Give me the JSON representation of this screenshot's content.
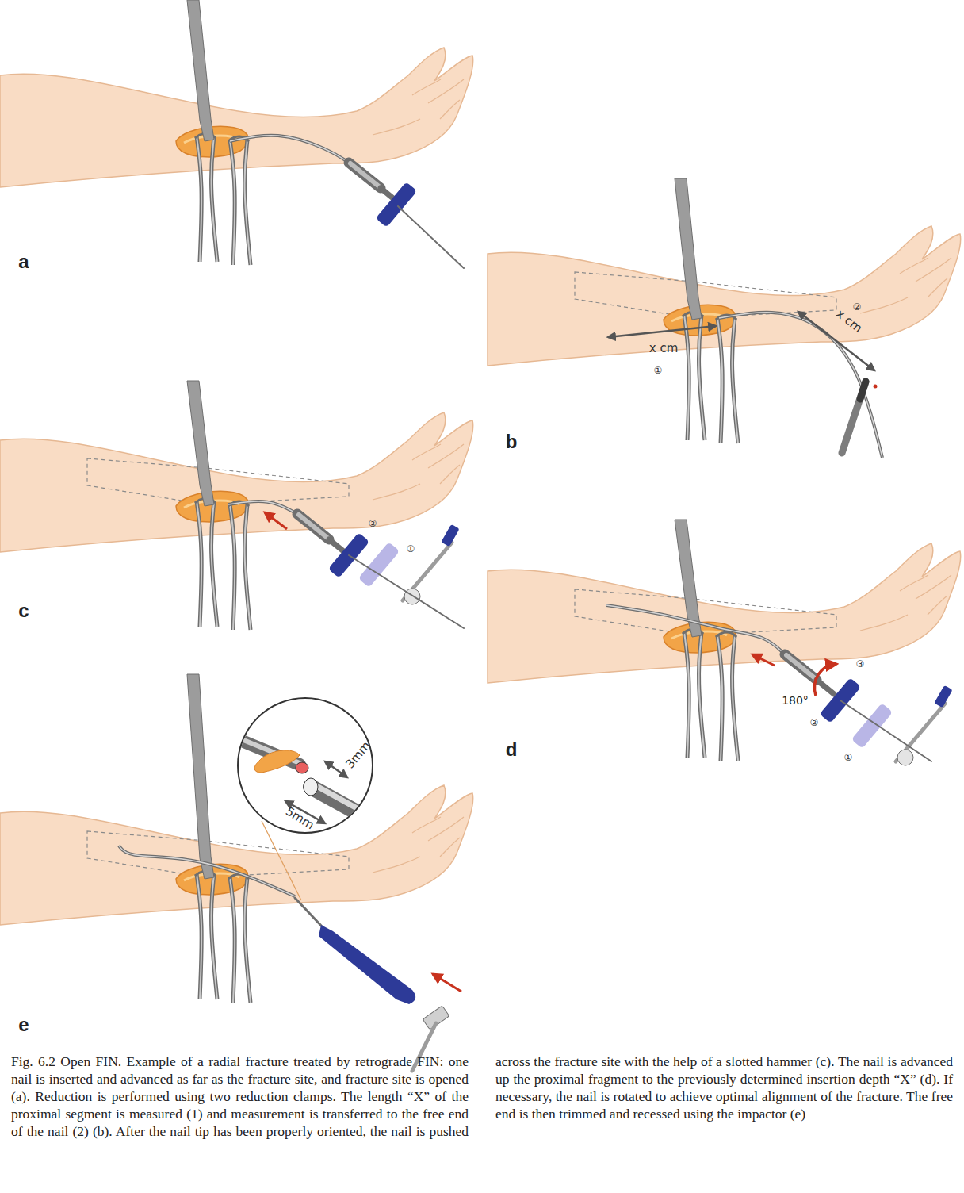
{
  "diagram": {
    "caption": "Fig. 6.2 Open FIN. Example of a radial fracture treated by retrograde FIN: one nail is inserted and advanced as far as the fracture site, and fracture site is opened (a). Reduction is performed using two reduction clamps. The length “X” of the proximal segment is measured (1) and measurement is transferred to the free end of the nail (2) (b). After the nail tip has been properly oriented, the nail is pushed across the fracture site with the help of a slotted hammer (c). The nail is advanced up the proximal fragment to the previously determined insertion depth “X” (d). If necessary, the nail is rotated to achieve optimal alignment of the fracture. The free end is then trimmed and recessed using the impactor (e)",
    "labels": [
      "a",
      "x cm",
      "①",
      "x cm",
      "②",
      "b",
      "②",
      "①",
      "c",
      "③",
      "180°",
      "②",
      "①",
      "d",
      "3mm",
      "5mm",
      "e"
    ]
  }
}
